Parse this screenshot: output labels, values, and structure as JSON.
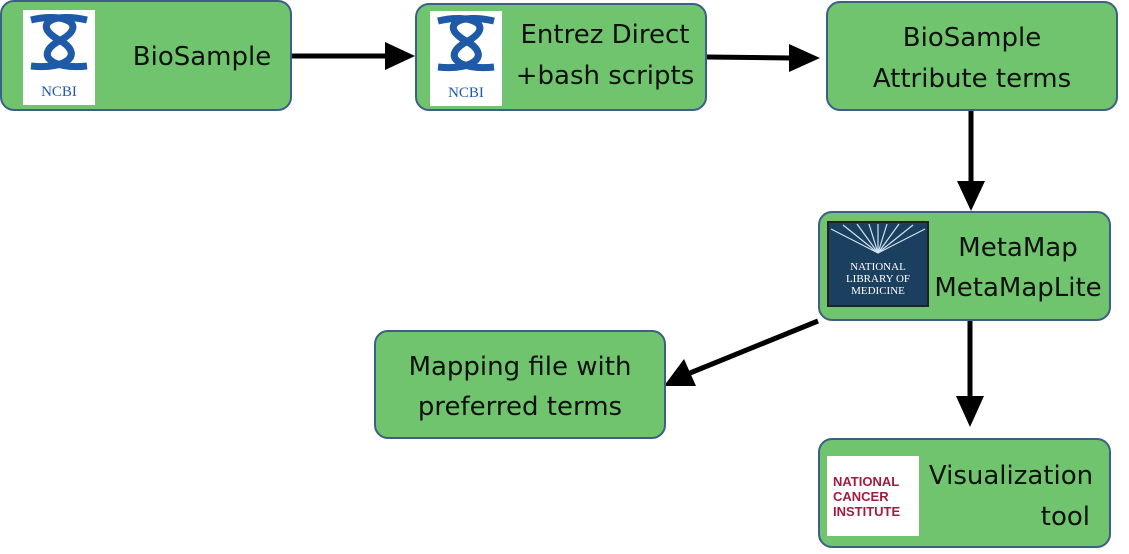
{
  "nodes": {
    "biosample": {
      "label": "BioSample"
    },
    "entrez": {
      "line1": "Entrez Direct",
      "line2": "+bash scripts"
    },
    "attribute_terms": {
      "line1": "BioSample",
      "line2": "Attribute terms"
    },
    "metamap": {
      "line1": "MetaMap",
      "line2": "MetaMapLite"
    },
    "mapping_file": {
      "line1": "Mapping file with",
      "line2": "preferred terms"
    },
    "visualization": {
      "line1": "Visualization",
      "line2": "tool"
    }
  },
  "logos": {
    "ncbi": {
      "text": "NCBI"
    },
    "nlm": {
      "line1": "NATIONAL",
      "line2": "LIBRARY OF",
      "line3": "MEDICINE"
    },
    "nci": {
      "line1": "NATIONAL",
      "line2": "CANCER",
      "line3": "INSTITUTE"
    }
  },
  "colors": {
    "box_fill": "#6fc46d",
    "box_border": "#3b5f86",
    "arrow": "#000000",
    "ncbi_blue": "#1f5aa8",
    "nci_red": "#a31c3f",
    "nlm_bg": "#1b3f5f"
  }
}
